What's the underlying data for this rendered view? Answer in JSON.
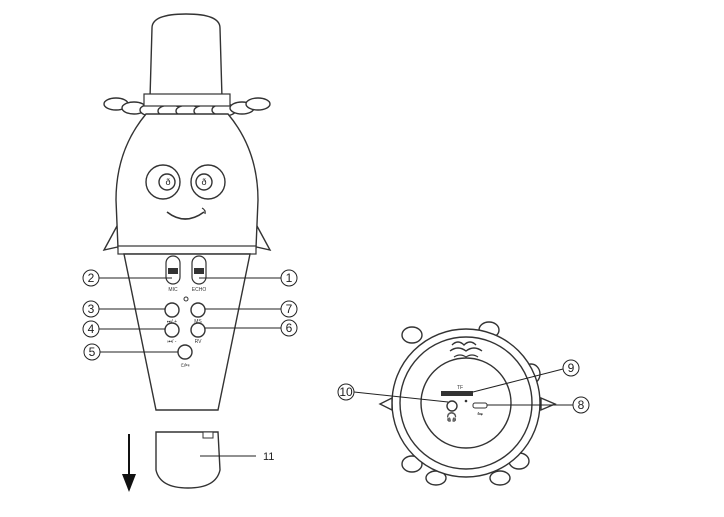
{
  "callouts": {
    "c1": "1",
    "c2": "2",
    "c3": "3",
    "c4": "4",
    "c5": "5",
    "c6": "6",
    "c7": "7",
    "c8": "8",
    "c9": "9",
    "c10": "10",
    "c11": "11"
  },
  "mic_labels": {
    "mic": "MIC",
    "echo": "ECHO",
    "ms": "MS",
    "rv": "RV",
    "prev_minus": "⏮/ -",
    "next_plus": "⏭/ +",
    "power_play": "⏻/⏯"
  },
  "base_labels": {
    "tf": "TF"
  },
  "colors": {
    "line": "#222222",
    "stroke": "#333333",
    "paper": "#ffffff"
  }
}
